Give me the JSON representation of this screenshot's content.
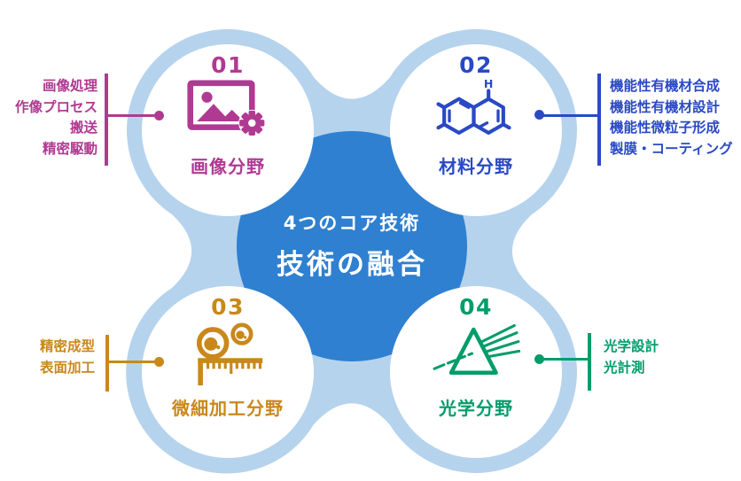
{
  "palette": {
    "bg": "#ffffff",
    "blob": "#b6d3ed",
    "core": "#2f80d0",
    "q1": "#b03a92",
    "q2": "#2a49c5",
    "q3": "#c9881a",
    "q4": "#009d6a"
  },
  "center": {
    "subtitle": "4つのコア技術",
    "title": "技術の融合"
  },
  "fields": [
    {
      "number": "01",
      "label": "画像分野",
      "icon": "image-gear-icon",
      "color": "#b03a92",
      "items": [
        "画像処理",
        "作像プロセス",
        "搬送",
        "精密駆動"
      ]
    },
    {
      "number": "02",
      "label": "材料分野",
      "icon": "molecule-icon",
      "color": "#2a49c5",
      "atom_label": "H",
      "items": [
        "機能性有機材合成",
        "機能性有機材設計",
        "機能性微粒子形成",
        "製膜・コーティング"
      ]
    },
    {
      "number": "03",
      "label": "微細加工分野",
      "icon": "particles-ruler-icon",
      "color": "#c9881a",
      "items": [
        "精密成型",
        "表面加工"
      ]
    },
    {
      "number": "04",
      "label": "光学分野",
      "icon": "prism-icon",
      "color": "#009d6a",
      "items": [
        "光学設計",
        "光計測"
      ]
    }
  ]
}
